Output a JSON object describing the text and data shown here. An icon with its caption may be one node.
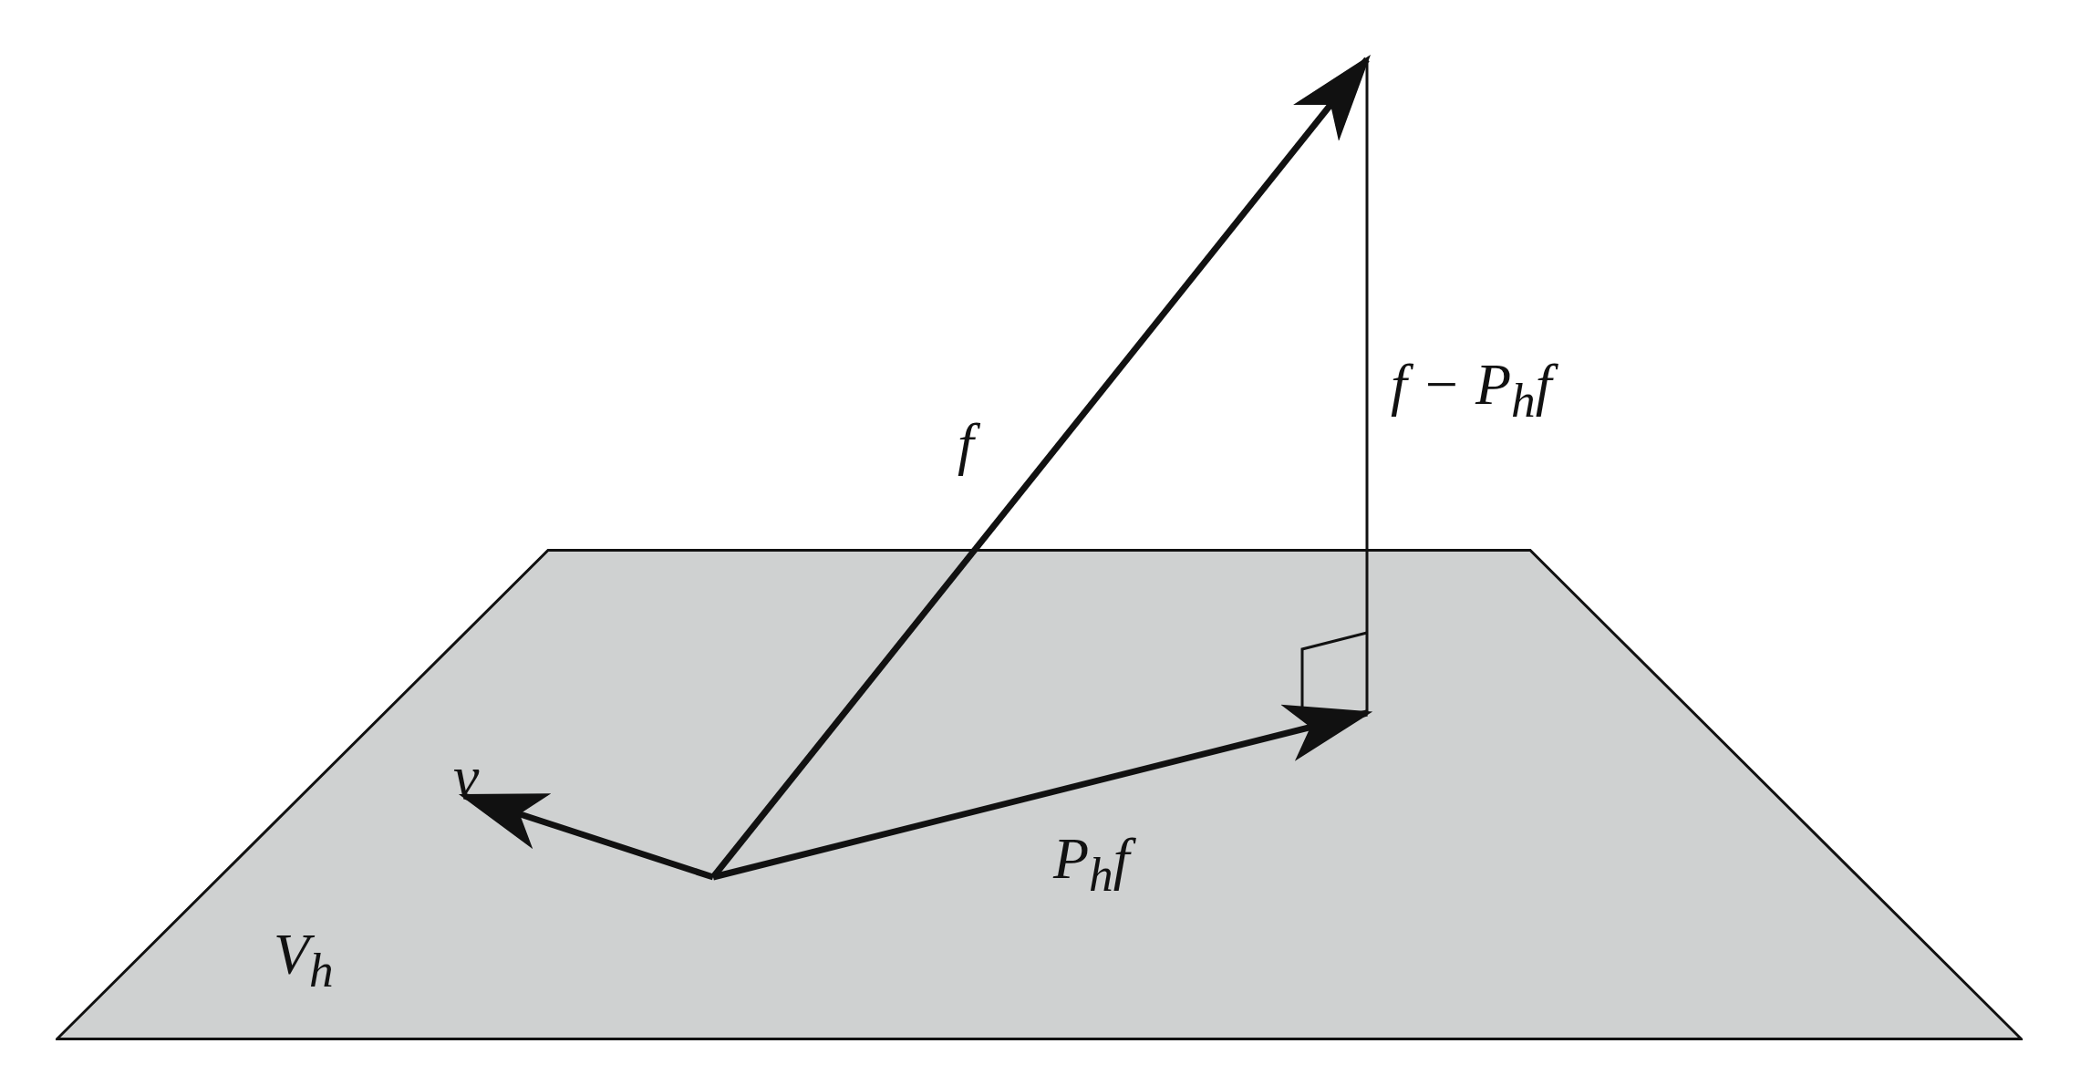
{
  "diagram": {
    "nodes": [
      {
        "text": [
          "V$_{h}$"
        ]
      }
    ],
    "labels": [
      "f",
      "f − P$_{h}$f",
      "v",
      "P$_{h}$f"
    ]
  }
}
